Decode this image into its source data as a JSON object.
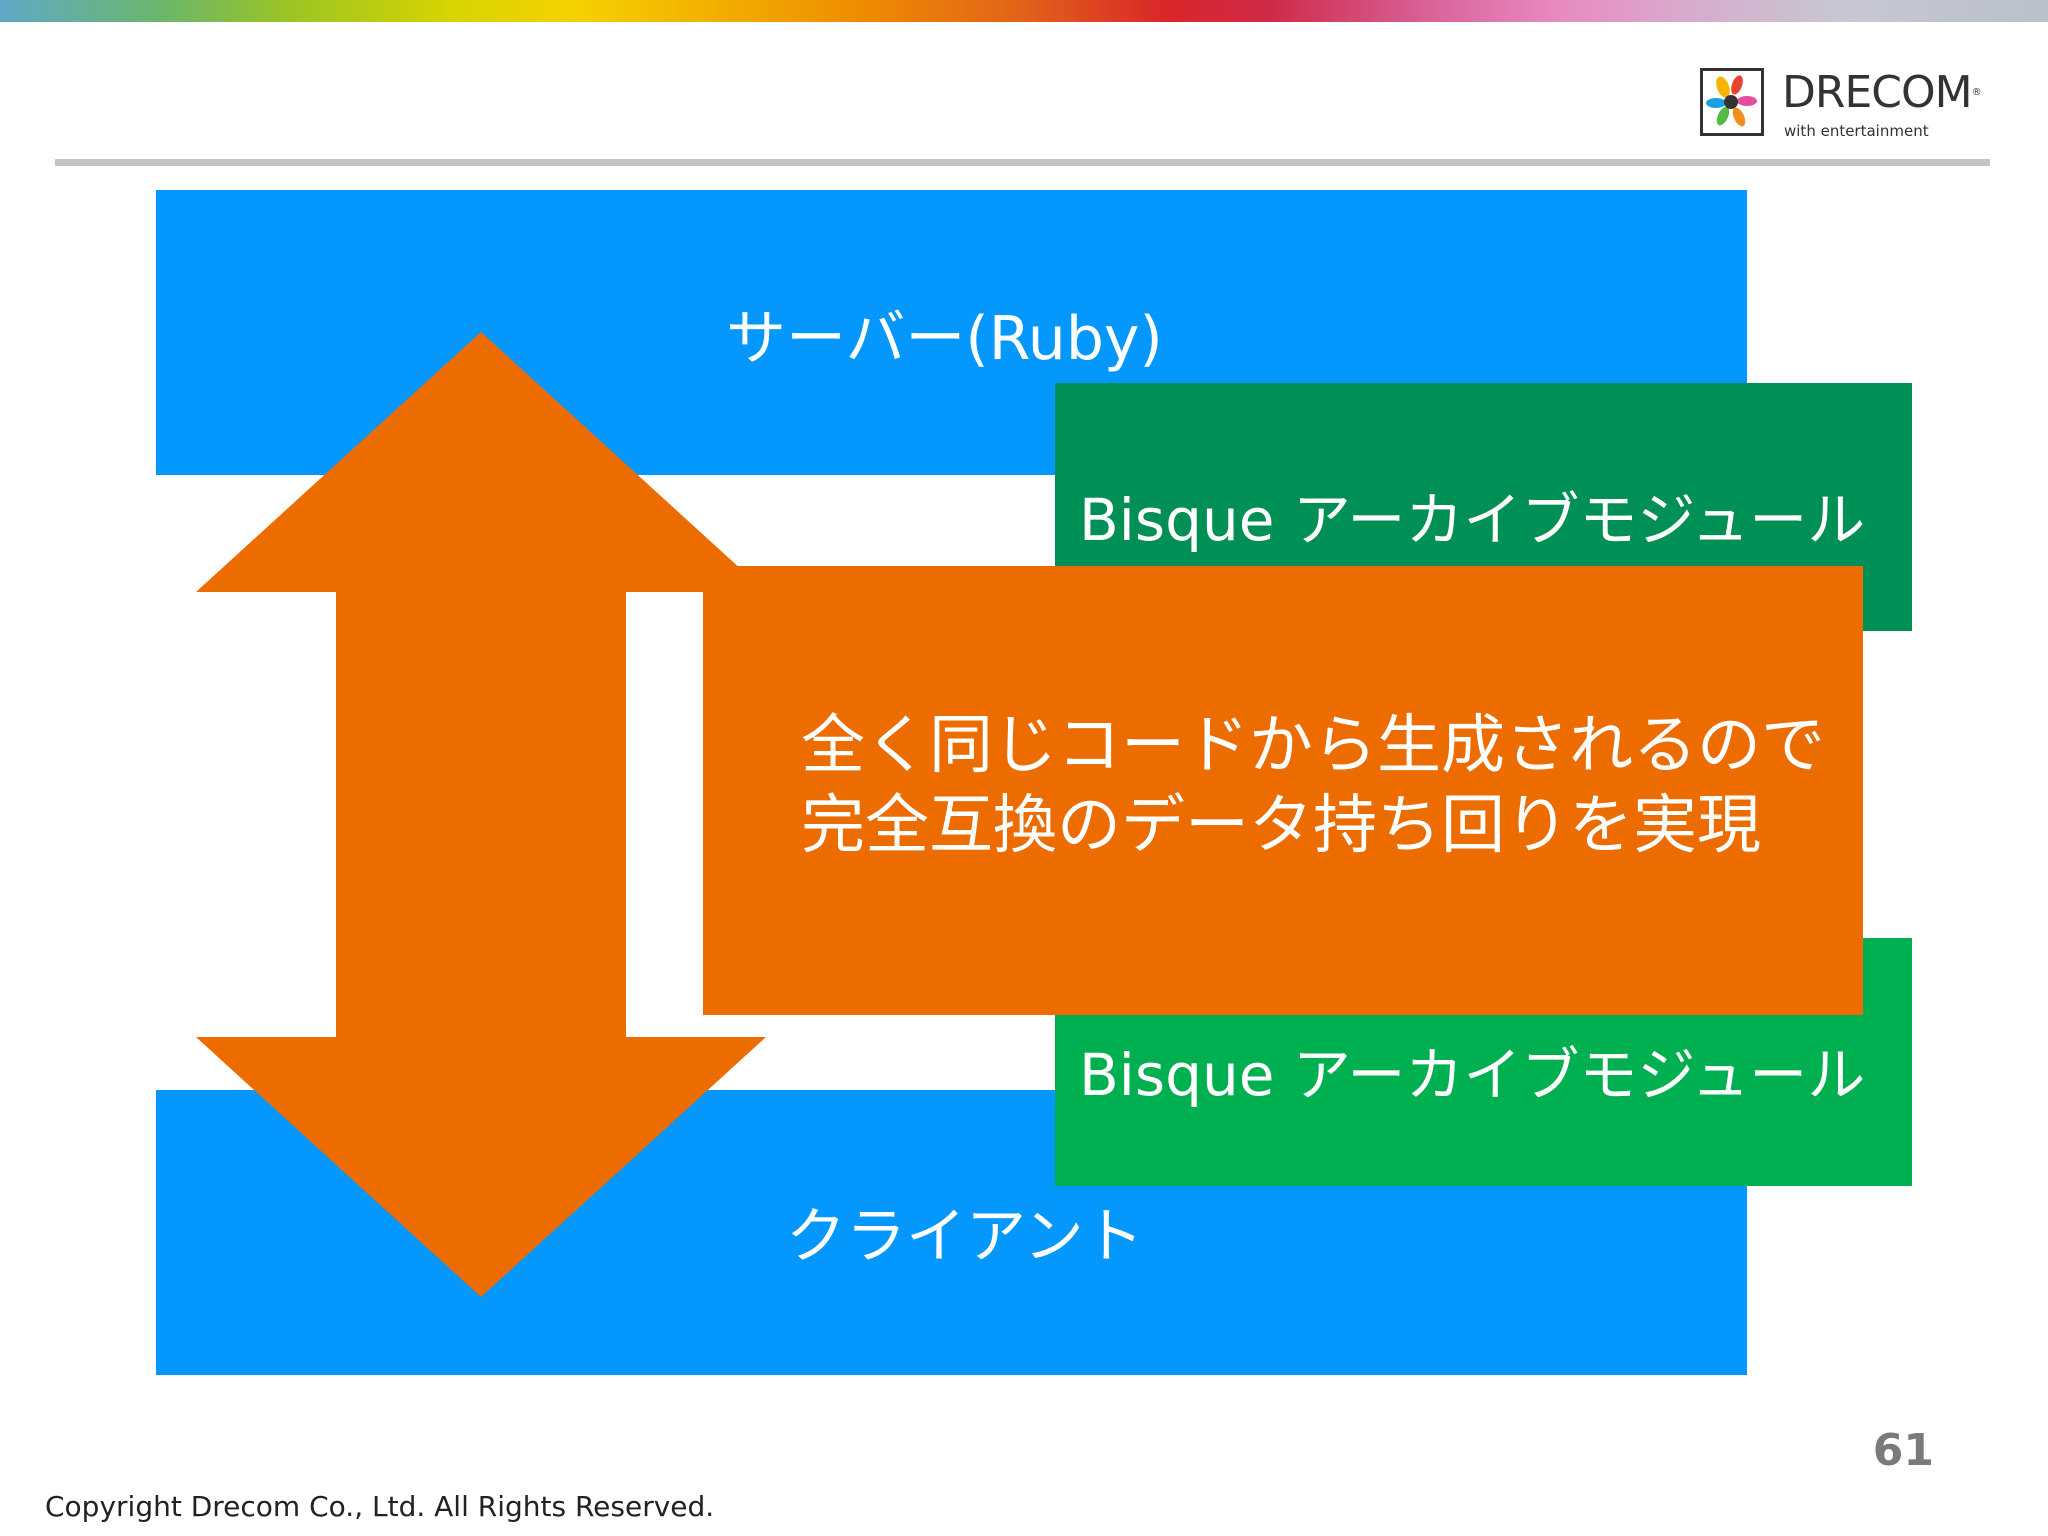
{
  "header": {
    "logo_text": "DRECOM",
    "logo_registered": "®",
    "logo_tagline": "with entertainment"
  },
  "diagram": {
    "server_label": "サーバー(Ruby)",
    "client_label": "クライアント",
    "module_top_label": "Bisque アーカイブモジュール",
    "module_bottom_label": "Bisque アーカイブモジュール",
    "callout_line1": "全く同じコードから生成されるので",
    "callout_line2": "完全互換のデータ持ち回りを実現"
  },
  "footer": {
    "copyright": "Copyright Drecom Co., Ltd. All Rights Reserved.",
    "slide_number": "61"
  },
  "colors": {
    "blue": "#0497fd",
    "dark_green": "#008f54",
    "green": "#00b050",
    "orange": "#ed6c00"
  }
}
